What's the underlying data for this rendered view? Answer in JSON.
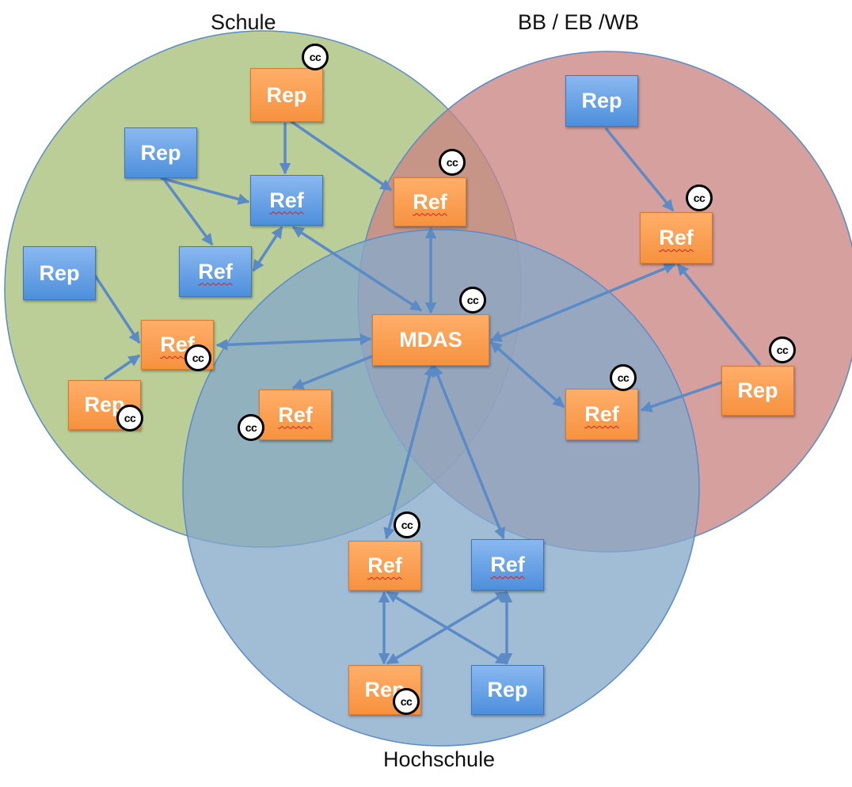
{
  "diagram": {
    "circles": [
      {
        "id": "schule",
        "label": "Schule",
        "color": "#a9c07a"
      },
      {
        "id": "bb-eb-wb",
        "label": "BB / EB /WB",
        "color": "#c98583"
      },
      {
        "id": "hochschule",
        "label": "Hochschule",
        "color": "#86a9c9"
      }
    ],
    "cc_label": "cc",
    "nodes": [
      {
        "id": "rep1",
        "label": "Rep",
        "kind": "rep",
        "color": "orange",
        "cc": true
      },
      {
        "id": "rep2",
        "label": "Rep",
        "kind": "rep",
        "color": "blue",
        "cc": false
      },
      {
        "id": "ref1",
        "label": "Ref",
        "kind": "ref",
        "color": "blue",
        "cc": false
      },
      {
        "id": "ref2",
        "label": "Ref",
        "kind": "ref",
        "color": "orange",
        "cc": true
      },
      {
        "id": "ref3",
        "label": "Ref",
        "kind": "ref",
        "color": "blue",
        "cc": false
      },
      {
        "id": "rep3",
        "label": "Rep",
        "kind": "rep",
        "color": "blue",
        "cc": false
      },
      {
        "id": "ref4",
        "label": "Ref",
        "kind": "ref",
        "color": "orange",
        "cc": true
      },
      {
        "id": "rep4",
        "label": "Rep",
        "kind": "rep",
        "color": "orange",
        "cc": true
      },
      {
        "id": "mdas",
        "label": "MDAS",
        "kind": "hub",
        "color": "orange",
        "cc": true
      },
      {
        "id": "ref5",
        "label": "Ref",
        "kind": "ref",
        "color": "orange",
        "cc": true
      },
      {
        "id": "rep5",
        "label": "Rep",
        "kind": "rep",
        "color": "blue",
        "cc": false
      },
      {
        "id": "ref6",
        "label": "Ref",
        "kind": "ref",
        "color": "orange",
        "cc": true
      },
      {
        "id": "rep6",
        "label": "Rep",
        "kind": "rep",
        "color": "orange",
        "cc": true
      },
      {
        "id": "ref7",
        "label": "Ref",
        "kind": "ref",
        "color": "orange",
        "cc": true
      },
      {
        "id": "ref8",
        "label": "Ref",
        "kind": "ref",
        "color": "orange",
        "cc": true
      },
      {
        "id": "ref9",
        "label": "Ref",
        "kind": "ref",
        "color": "blue",
        "cc": false
      },
      {
        "id": "rep7",
        "label": "Rep",
        "kind": "rep",
        "color": "orange",
        "cc": true
      },
      {
        "id": "rep8",
        "label": "Rep",
        "kind": "rep",
        "color": "blue",
        "cc": false
      }
    ],
    "edges": [
      {
        "from": "rep1",
        "to": "ref1",
        "arrows": "end"
      },
      {
        "from": "rep1",
        "to": "ref2",
        "arrows": "end"
      },
      {
        "from": "rep2",
        "to": "ref1",
        "arrows": "end"
      },
      {
        "from": "rep2",
        "to": "ref3",
        "arrows": "end"
      },
      {
        "from": "ref1",
        "to": "ref3",
        "arrows": "both"
      },
      {
        "from": "ref1",
        "to": "mdas",
        "arrows": "both"
      },
      {
        "from": "ref2",
        "to": "mdas",
        "arrows": "both"
      },
      {
        "from": "rep3",
        "to": "ref4",
        "arrows": "end"
      },
      {
        "from": "rep4",
        "to": "ref4",
        "arrows": "end"
      },
      {
        "from": "ref4",
        "to": "mdas",
        "arrows": "both"
      },
      {
        "from": "mdas",
        "to": "ref6",
        "arrows": "end"
      },
      {
        "from": "rep5",
        "to": "ref5",
        "arrows": "end"
      },
      {
        "from": "ref5",
        "to": "mdas",
        "arrows": "both"
      },
      {
        "from": "rep6",
        "to": "ref5",
        "arrows": "end"
      },
      {
        "from": "rep6",
        "to": "ref7",
        "arrows": "end"
      },
      {
        "from": "mdas",
        "to": "ref7",
        "arrows": "both"
      },
      {
        "from": "mdas",
        "to": "ref8",
        "arrows": "both"
      },
      {
        "from": "mdas",
        "to": "ref9",
        "arrows": "both"
      },
      {
        "from": "ref8",
        "to": "rep7",
        "arrows": "both"
      },
      {
        "from": "ref8",
        "to": "rep8",
        "arrows": "both"
      },
      {
        "from": "ref9",
        "to": "rep7",
        "arrows": "both"
      },
      {
        "from": "ref9",
        "to": "rep8",
        "arrows": "both"
      }
    ]
  }
}
